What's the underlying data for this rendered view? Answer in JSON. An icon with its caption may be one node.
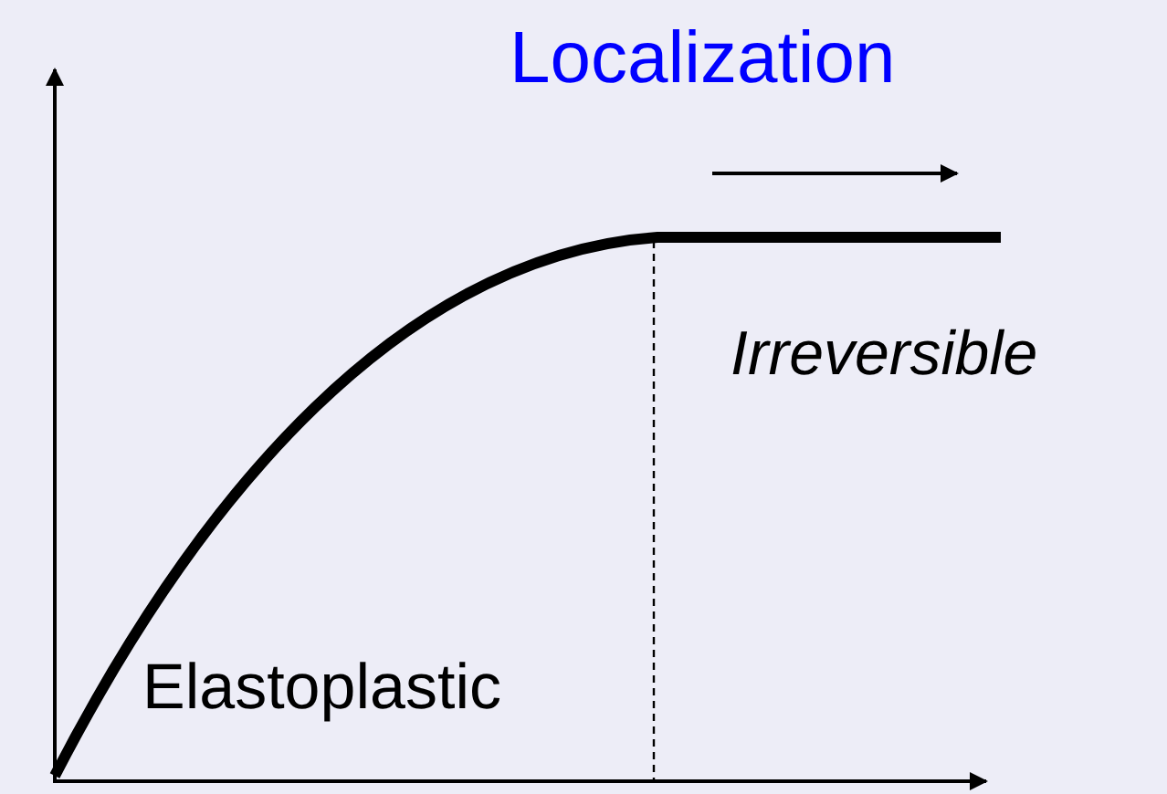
{
  "diagram": {
    "labels": [
      "Localization",
      "Irreversible",
      "Elastoplastic"
    ]
  }
}
